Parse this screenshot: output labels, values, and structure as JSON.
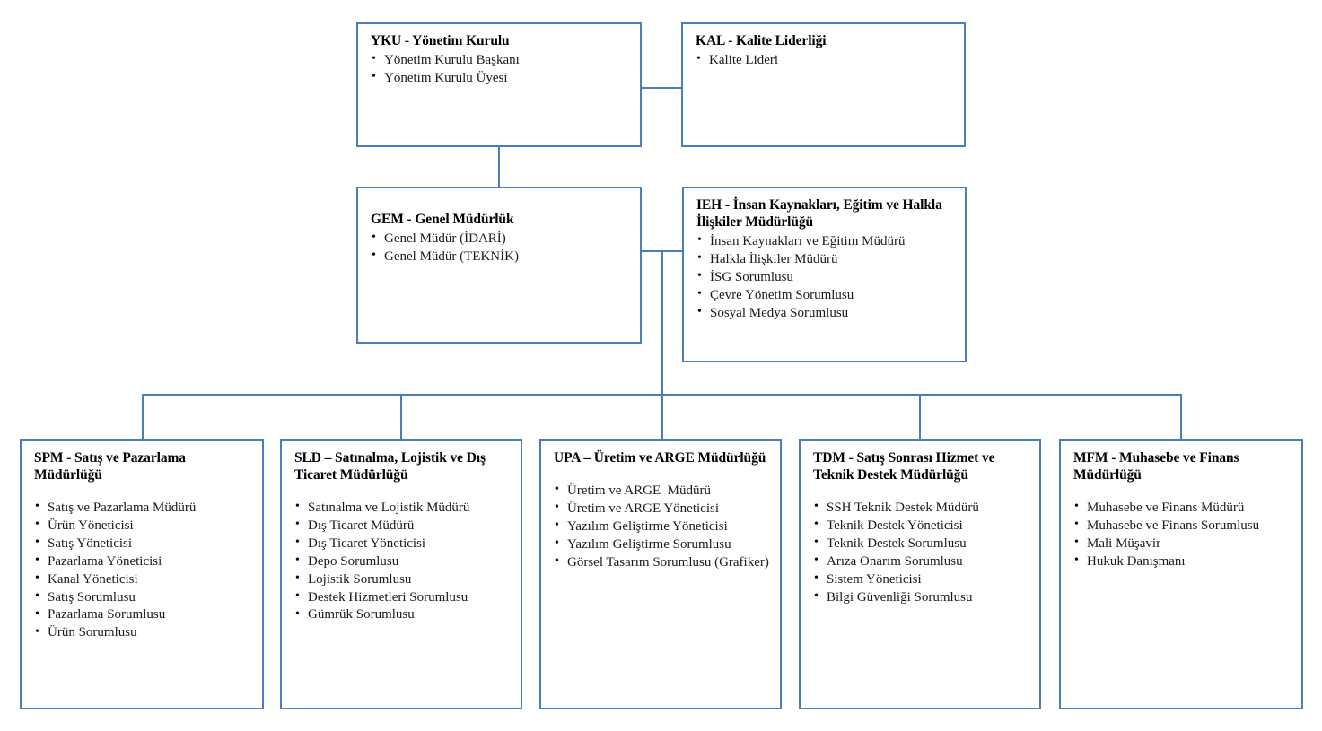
{
  "colors": {
    "border": "#4a7ebb",
    "text": "#000000",
    "background": "#ffffff"
  },
  "nodes": {
    "yku": {
      "title": "YKU - Yönetim Kurulu",
      "items": [
        "Yönetim Kurulu Başkanı",
        "Yönetim Kurulu Üyesi"
      ]
    },
    "kal": {
      "title": "KAL - Kalite Liderliği",
      "items": [
        "Kalite Lideri"
      ]
    },
    "gem": {
      "title": "GEM - Genel Müdürlük",
      "items": [
        "Genel Müdür (İDARİ)",
        "Genel Müdür (TEKNİK)"
      ]
    },
    "ieh": {
      "title": "IEH - İnsan Kaynakları, Eğitim ve Halkla İlişkiler Müdürlüğü",
      "items": [
        "İnsan Kaynakları ve Eğitim Müdürü",
        "Halkla İlişkiler Müdürü",
        "İSG Sorumlusu",
        "Çevre Yönetim Sorumlusu",
        "Sosyal Medya Sorumlusu"
      ]
    },
    "spm": {
      "title": "SPM - Satış ve Pazarlama Müdürlüğü",
      "items": [
        "Satış ve Pazarlama Müdürü",
        "Ürün Yöneticisi",
        "Satış Yöneticisi",
        "Pazarlama Yöneticisi",
        "Kanal Yöneticisi",
        "Satış Sorumlusu",
        "Pazarlama Sorumlusu",
        "Ürün Sorumlusu"
      ]
    },
    "sld": {
      "title": "SLD – Satınalma, Lojistik ve Dış Ticaret Müdürlüğü",
      "items": [
        "Satınalma ve Lojistik Müdürü",
        "Dış Ticaret Müdürü",
        "Dış Ticaret Yöneticisi",
        "Depo Sorumlusu",
        "Lojistik Sorumlusu",
        "Destek Hizmetleri Sorumlusu",
        "Gümrük Sorumlusu"
      ]
    },
    "upa": {
      "title": "UPA – Üretim ve ARGE Müdürlüğü",
      "items": [
        "Üretim ve ARGE  Müdürü",
        "Üretim ve ARGE Yöneticisi",
        "Yazılım Geliştirme Yöneticisi",
        "Yazılım Geliştirme Sorumlusu",
        "Görsel Tasarım Sorumlusu (Grafiker)"
      ]
    },
    "tdm": {
      "title": "TDM - Satış Sonrası Hizmet ve Teknik Destek Müdürlüğü",
      "items": [
        "SSH Teknik Destek Müdürü",
        "Teknik Destek Yöneticisi",
        "Teknik Destek Sorumlusu",
        "Arıza Onarım Sorumlusu",
        "Sistem Yöneticisi",
        "Bilgi Güvenliği Sorumlusu"
      ]
    },
    "mfm": {
      "title": "MFM - Muhasebe ve Finans Müdürlüğü",
      "items": [
        "Muhasebe ve Finans Müdürü",
        "Muhasebe ve Finans Sorumlusu",
        "Mali Müşavir",
        "Hukuk Danışmanı"
      ]
    }
  }
}
